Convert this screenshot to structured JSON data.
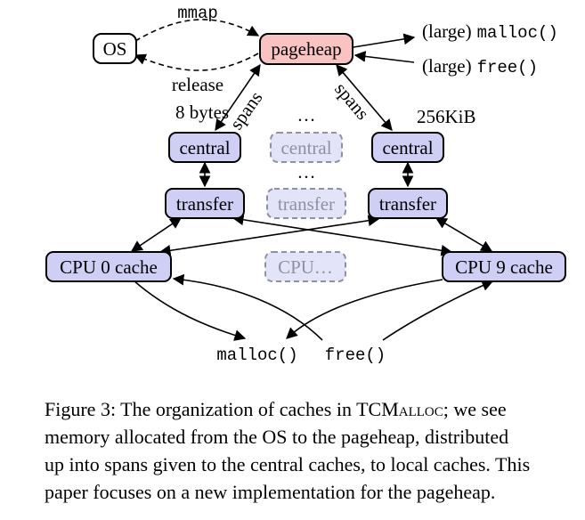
{
  "diagram": {
    "nodes": {
      "os": "OS",
      "pageheap": "pageheap",
      "central": "central",
      "transfer": "transfer",
      "cpu0": "CPU 0 cache",
      "cpu9": "CPU 9 cache",
      "cpu_ghost": "CPU…"
    },
    "labels": {
      "mmap": "mmap",
      "release": "release",
      "large_malloc_prefix": "(large)",
      "large_malloc_call": "malloc()",
      "large_free_prefix": "(large)",
      "large_free_call": "free()",
      "spans_left": "spans",
      "spans_right": "spans",
      "size_small": "8 bytes",
      "size_large": "256KiB",
      "ellipsis": "…",
      "malloc": "malloc()",
      "free": "free()"
    },
    "colors": {
      "node_fill": "#cfcff6",
      "pageheap_fill": "#f8c3c1",
      "ghost_fill": "#e4e4f8",
      "ghost_stroke": "#8f8fa6"
    }
  },
  "caption": {
    "line1_a": "Figure 3: The organization of caches in T",
    "line1_b": "CMalloc",
    "line1_c": "; we see",
    "line2": "memory allocated from the OS to the pageheap, distributed",
    "line3": "up into spans given to the central caches, to local caches. This",
    "line4": "paper focuses on a new implementation for the pageheap."
  }
}
